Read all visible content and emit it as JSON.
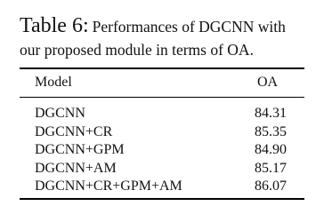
{
  "caption": {
    "label": "Table 6:",
    "line1": "Performances of DGCNN with",
    "line2": "our proposed module in terms of OA."
  },
  "table": {
    "headers": {
      "model": "Model",
      "oa": "OA"
    },
    "rows": [
      {
        "model": "DGCNN",
        "oa": "84.31"
      },
      {
        "model": "DGCNN+CR",
        "oa": "85.35"
      },
      {
        "model": "DGCNN+GPM",
        "oa": "84.90"
      },
      {
        "model": "DGCNN+AM",
        "oa": "85.17"
      },
      {
        "model": "DGCNN+CR+GPM+AM",
        "oa": "86.07"
      }
    ]
  }
}
